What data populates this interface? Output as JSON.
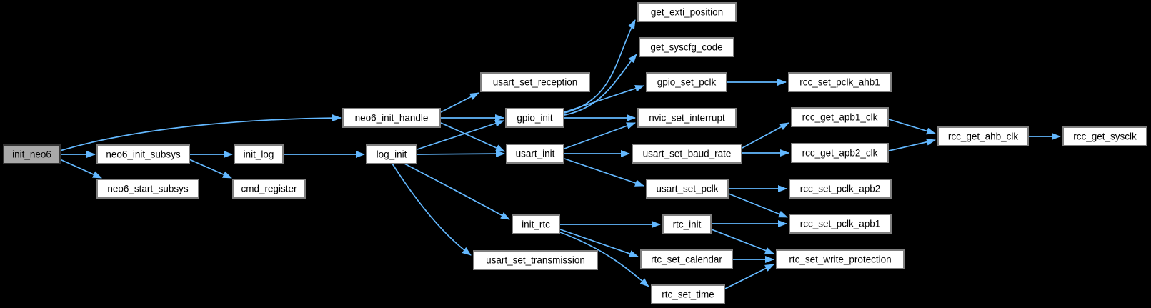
{
  "diagram": {
    "kind": "doxygen-call-graph",
    "root_function": "init_neo6",
    "colors": {
      "background": "#000000",
      "edge": "#63b8ff",
      "node_fill": "#ffffff",
      "node_border": "#7f7f7f",
      "root_fill": "#a9a9a9",
      "root_border": "#353535",
      "text": "#000000"
    },
    "nodes": {
      "init_neo6": {
        "label": "init_neo6",
        "highlighted": true
      },
      "neo6_init_subsys": {
        "label": "neo6_init_subsys",
        "highlighted": false
      },
      "neo6_start_subsys": {
        "label": "neo6_start_subsys",
        "highlighted": false
      },
      "init_log": {
        "label": "init_log",
        "highlighted": false
      },
      "cmd_register": {
        "label": "cmd_register",
        "highlighted": false
      },
      "neo6_init_handle": {
        "label": "neo6_init_handle",
        "highlighted": false
      },
      "log_init": {
        "label": "log_init",
        "highlighted": false
      },
      "usart_set_reception": {
        "label": "usart_set_reception",
        "highlighted": false
      },
      "gpio_init": {
        "label": "gpio_init",
        "highlighted": false
      },
      "usart_init": {
        "label": "usart_init",
        "highlighted": false
      },
      "init_rtc": {
        "label": "init_rtc",
        "highlighted": false
      },
      "usart_set_transmission": {
        "label": "usart_set_transmission",
        "highlighted": false
      },
      "get_exti_position": {
        "label": "get_exti_position",
        "highlighted": false
      },
      "get_syscfg_code": {
        "label": "get_syscfg_code",
        "highlighted": false
      },
      "gpio_set_pclk": {
        "label": "gpio_set_pclk",
        "highlighted": false
      },
      "nvic_set_interrupt": {
        "label": "nvic_set_interrupt",
        "highlighted": false
      },
      "usart_set_baud_rate": {
        "label": "usart_set_baud_rate",
        "highlighted": false
      },
      "usart_set_pclk": {
        "label": "usart_set_pclk",
        "highlighted": false
      },
      "rtc_init": {
        "label": "rtc_init",
        "highlighted": false
      },
      "rtc_set_calendar": {
        "label": "rtc_set_calendar",
        "highlighted": false
      },
      "rtc_set_time": {
        "label": "rtc_set_time",
        "highlighted": false
      },
      "rcc_set_pclk_ahb1": {
        "label": "rcc_set_pclk_ahb1",
        "highlighted": false
      },
      "rcc_get_apb1_clk": {
        "label": "rcc_get_apb1_clk",
        "highlighted": false
      },
      "rcc_get_apb2_clk": {
        "label": "rcc_get_apb2_clk",
        "highlighted": false
      },
      "rcc_set_pclk_apb2": {
        "label": "rcc_set_pclk_apb2",
        "highlighted": false
      },
      "rcc_set_pclk_apb1": {
        "label": "rcc_set_pclk_apb1",
        "highlighted": false
      },
      "rtc_set_write_protection": {
        "label": "rtc_set_write_protection",
        "highlighted": false
      },
      "rcc_get_ahb_clk": {
        "label": "rcc_get_ahb_clk",
        "highlighted": false
      },
      "rcc_get_sysclk": {
        "label": "rcc_get_sysclk",
        "highlighted": false
      }
    },
    "edges": [
      {
        "from": "init_neo6",
        "to": "neo6_init_handle"
      },
      {
        "from": "init_neo6",
        "to": "neo6_init_subsys"
      },
      {
        "from": "init_neo6",
        "to": "neo6_start_subsys"
      },
      {
        "from": "neo6_init_subsys",
        "to": "init_log"
      },
      {
        "from": "neo6_init_subsys",
        "to": "cmd_register"
      },
      {
        "from": "init_log",
        "to": "log_init"
      },
      {
        "from": "neo6_init_handle",
        "to": "usart_set_reception"
      },
      {
        "from": "neo6_init_handle",
        "to": "gpio_init"
      },
      {
        "from": "neo6_init_handle",
        "to": "usart_init"
      },
      {
        "from": "log_init",
        "to": "gpio_init"
      },
      {
        "from": "log_init",
        "to": "usart_init"
      },
      {
        "from": "log_init",
        "to": "init_rtc"
      },
      {
        "from": "log_init",
        "to": "usart_set_transmission"
      },
      {
        "from": "gpio_init",
        "to": "get_exti_position"
      },
      {
        "from": "gpio_init",
        "to": "get_syscfg_code"
      },
      {
        "from": "gpio_init",
        "to": "gpio_set_pclk"
      },
      {
        "from": "gpio_init",
        "to": "nvic_set_interrupt"
      },
      {
        "from": "usart_init",
        "to": "nvic_set_interrupt"
      },
      {
        "from": "usart_init",
        "to": "usart_set_baud_rate"
      },
      {
        "from": "usart_init",
        "to": "usart_set_pclk"
      },
      {
        "from": "gpio_set_pclk",
        "to": "rcc_set_pclk_ahb1"
      },
      {
        "from": "usart_set_baud_rate",
        "to": "rcc_get_apb1_clk"
      },
      {
        "from": "usart_set_baud_rate",
        "to": "rcc_get_apb2_clk"
      },
      {
        "from": "usart_set_pclk",
        "to": "rcc_set_pclk_apb2"
      },
      {
        "from": "usart_set_pclk",
        "to": "rcc_set_pclk_apb1"
      },
      {
        "from": "rcc_get_apb1_clk",
        "to": "rcc_get_ahb_clk"
      },
      {
        "from": "rcc_get_apb2_clk",
        "to": "rcc_get_ahb_clk"
      },
      {
        "from": "rcc_get_ahb_clk",
        "to": "rcc_get_sysclk"
      },
      {
        "from": "init_rtc",
        "to": "rtc_init"
      },
      {
        "from": "init_rtc",
        "to": "rtc_set_calendar"
      },
      {
        "from": "init_rtc",
        "to": "rtc_set_time"
      },
      {
        "from": "rtc_init",
        "to": "rcc_set_pclk_apb1"
      },
      {
        "from": "rtc_init",
        "to": "rtc_set_write_protection"
      },
      {
        "from": "rtc_set_calendar",
        "to": "rtc_set_write_protection"
      },
      {
        "from": "rtc_set_time",
        "to": "rtc_set_write_protection"
      }
    ]
  }
}
